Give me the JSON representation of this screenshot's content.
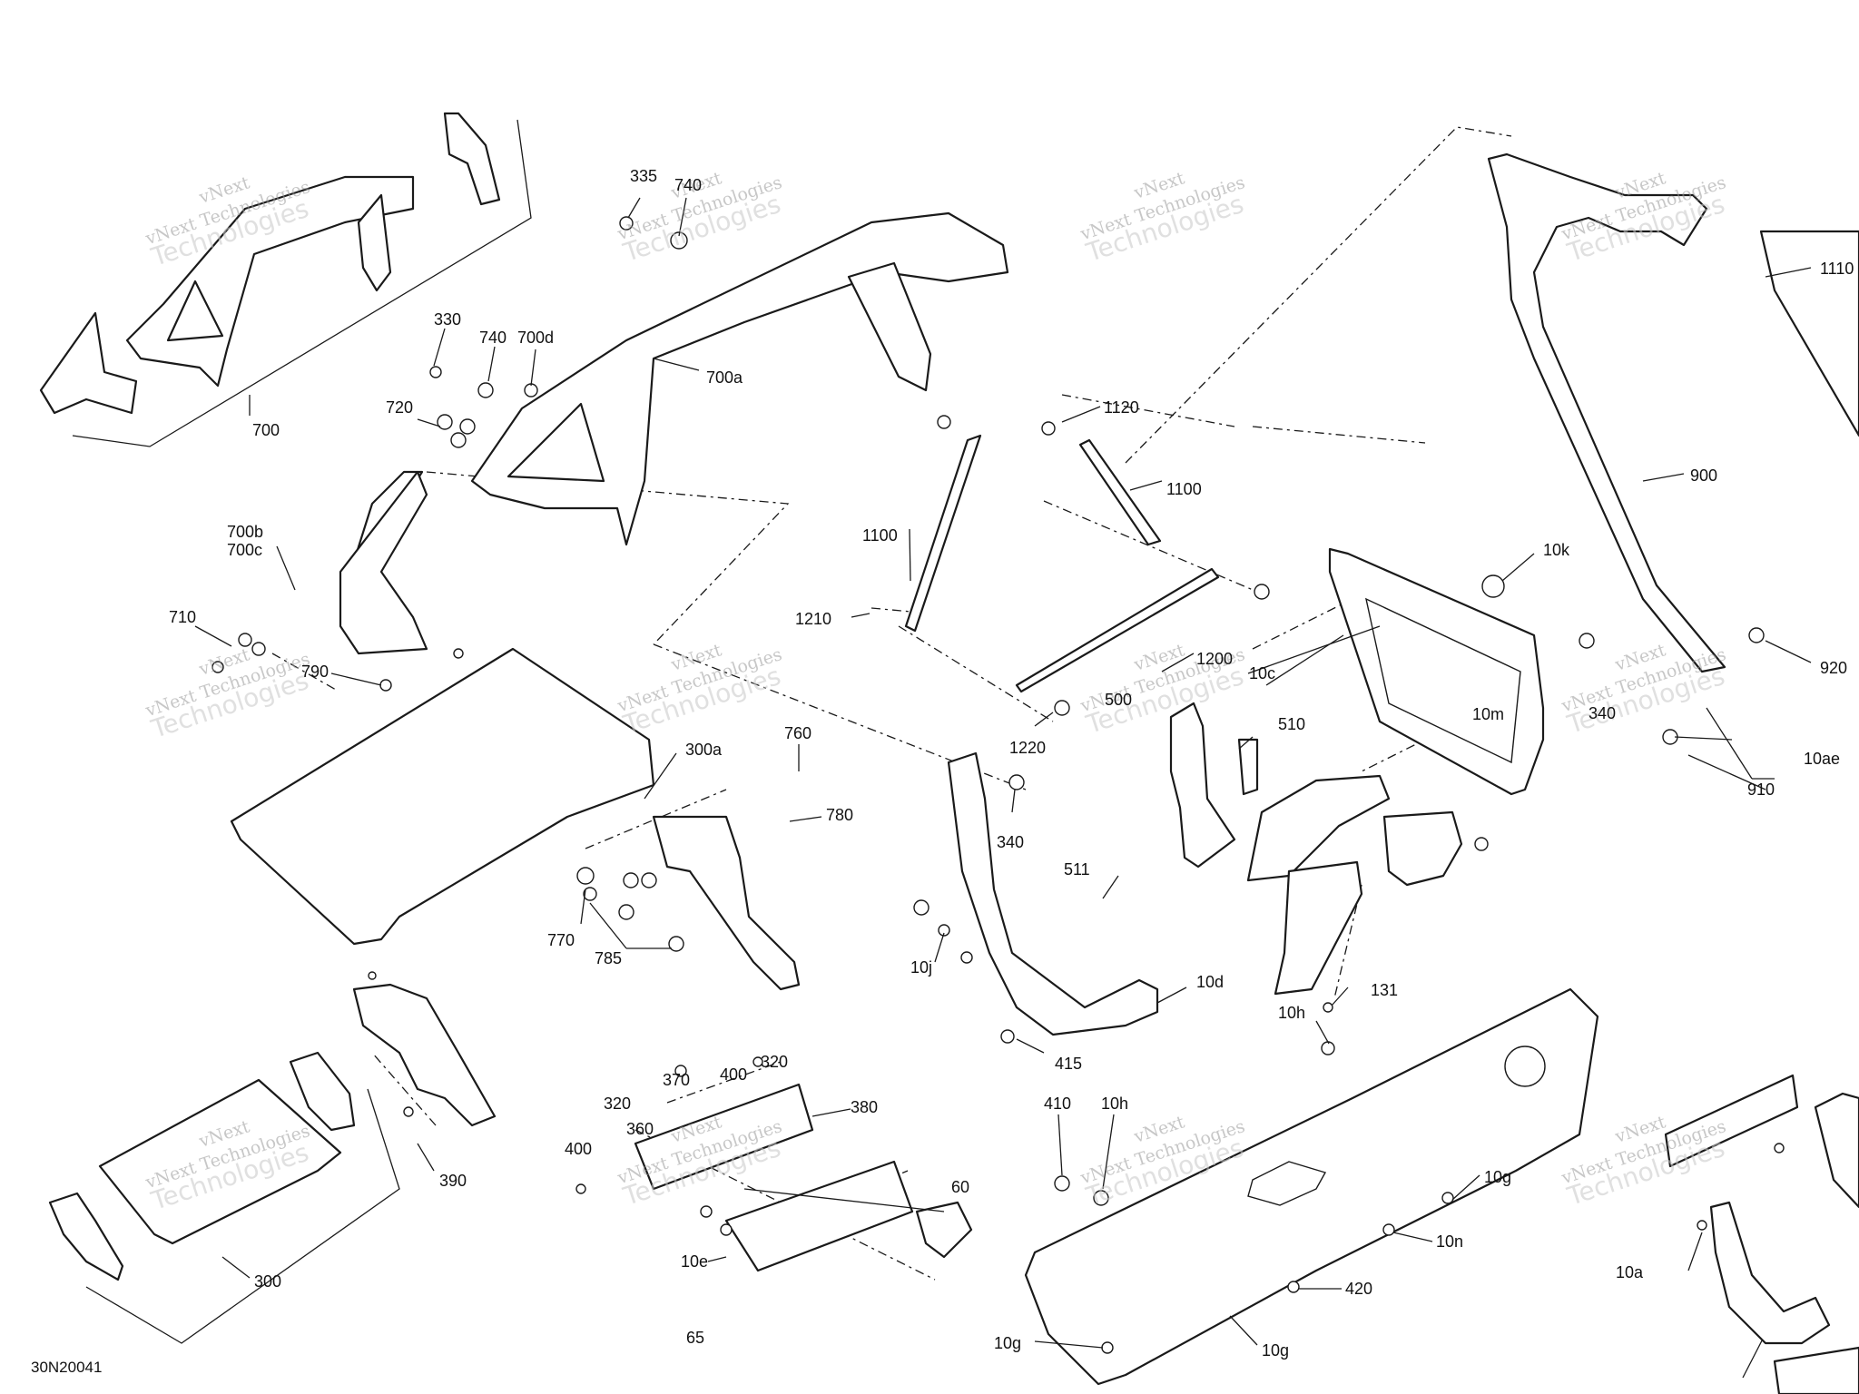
{
  "diagram": {
    "reference_number": "30N20041",
    "watermark": {
      "line1": "vNext",
      "line2": "vNext Technologies",
      "line3": "Technologies"
    },
    "callouts": {
      "c700": "700",
      "c700a": "700a",
      "c700b": "700b",
      "c700c": "700c",
      "c700d": "700d",
      "c335": "335",
      "c740a": "740",
      "c740b": "740",
      "c330": "330",
      "c720": "720",
      "c710": "710",
      "c790": "790",
      "c300a": "300a",
      "c760": "760",
      "c780": "780",
      "c770": "770",
      "c785": "785",
      "c300": "300",
      "c390": "390",
      "c370": "370",
      "c400a": "400",
      "c320a": "320",
      "c320b": "320",
      "c360": "360",
      "c400b": "400",
      "c380": "380",
      "c60": "60",
      "c10e": "10e",
      "c65": "65",
      "c1100a": "1100",
      "c1100b": "1100",
      "c1120": "1120",
      "c1210": "1210",
      "c1200": "1200",
      "c1220": "1220",
      "c500": "500",
      "c510": "510",
      "c340a": "340",
      "c511": "511",
      "c10j": "10j",
      "c10d": "10d",
      "c415": "415",
      "c1110": "1110",
      "c900": "900",
      "c10k": "10k",
      "c10c": "10c",
      "c10m": "10m",
      "c920": "920",
      "c340b": "340",
      "c10ae": "10ae",
      "c910": "910",
      "c131": "131",
      "c10h1": "10h",
      "c410": "410",
      "c10h2": "10h",
      "c10g1": "10g",
      "c10n": "10n",
      "c420": "420",
      "c10g2": "10g",
      "c10g3": "10g",
      "c10a": "10a"
    }
  }
}
